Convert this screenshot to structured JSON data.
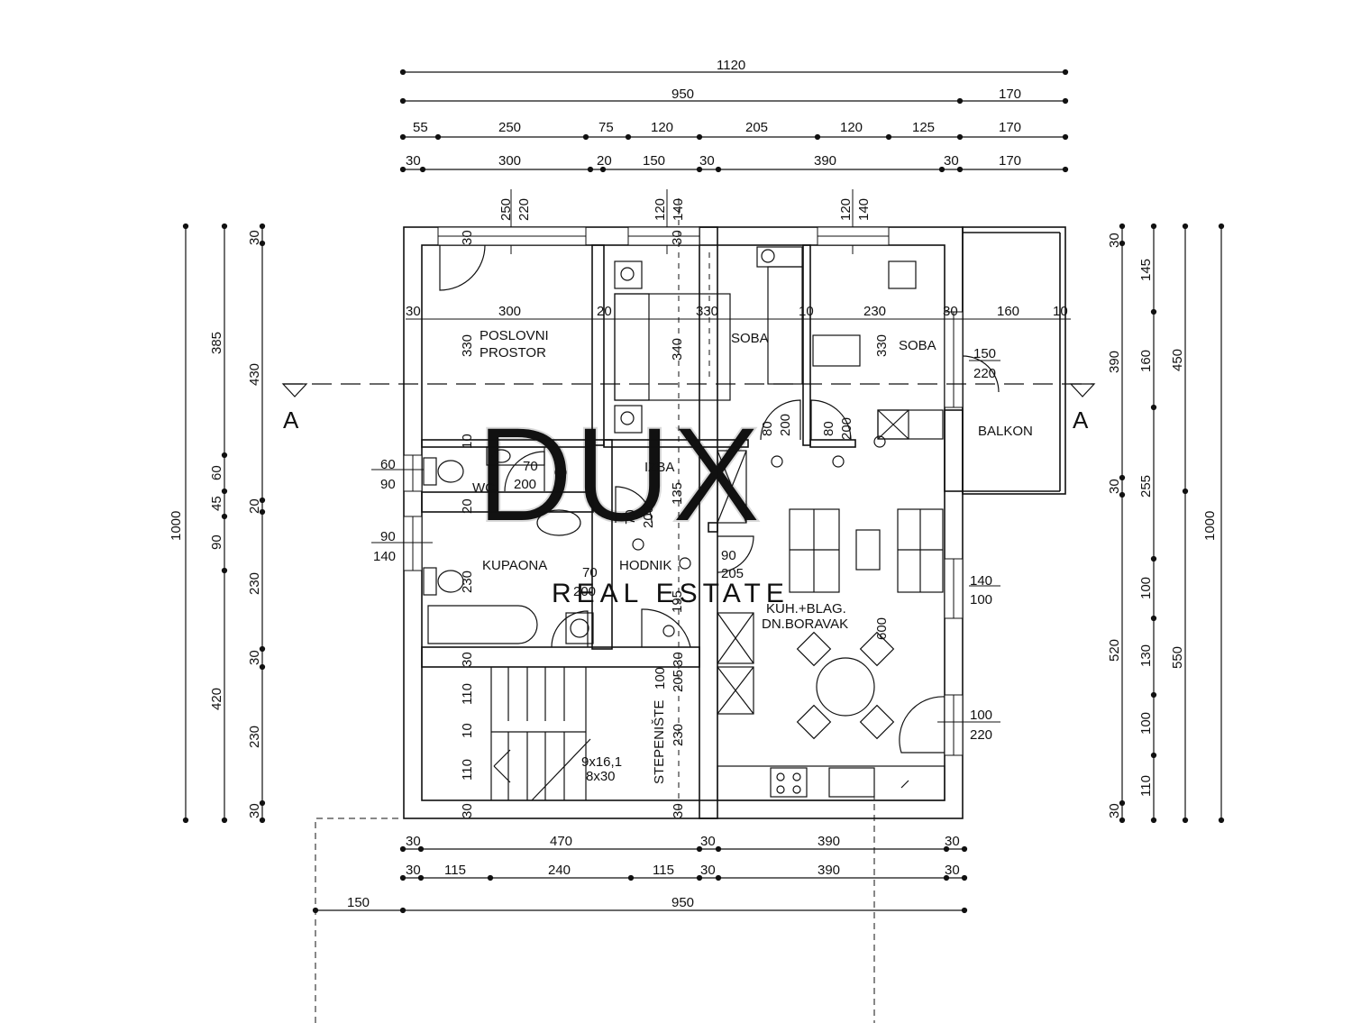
{
  "rooms": {
    "poslovni_1": "POSLOVNI",
    "poslovni_2": "PROSTOR",
    "soba_1": "SOBA",
    "soba_2": "SOBA",
    "balkon": "BALKON",
    "izba": "IZBA",
    "wc": "WC",
    "kupaona": "KUPAONA",
    "hodnik": "HODNIK",
    "kuh_1": "KUH.+BLAG.",
    "kuh_2": "DN.BORAVAK",
    "stepeniste": "STEPENIŠTE",
    "stair_1": "9x16,1",
    "stair_2": "8x30"
  },
  "section_marks": [
    "A",
    "A"
  ],
  "watermark": {
    "logo": "DUX",
    "sub": "REAL ESTATE"
  },
  "dims_top": {
    "row1": [
      "1120"
    ],
    "row2": [
      "950",
      "170"
    ],
    "row3": [
      "55",
      "250",
      "75",
      "120",
      "205",
      "120",
      "125",
      "170"
    ],
    "row4": [
      "30",
      "300",
      "20",
      "150",
      "30",
      "390",
      "30",
      "170"
    ]
  },
  "dims_bottom": {
    "row1": [
      "30",
      "470",
      "30",
      "390",
      "30"
    ],
    "row2": [
      "30",
      "115",
      "240",
      "115",
      "30",
      "390",
      "30"
    ],
    "row3": [
      "150",
      "950"
    ]
  },
  "dims_left": {
    "outer": [
      "1000"
    ],
    "mid": [
      "385",
      "60",
      "45",
      "90",
      "420"
    ],
    "inner": [
      "30",
      "430",
      "20",
      "230",
      "30",
      "230",
      "30"
    ]
  },
  "dims_right": {
    "inner": [
      "30",
      "390",
      "30",
      "520",
      "30"
    ],
    "mid": [
      "145",
      "160",
      "255",
      "100",
      "130",
      "100",
      "110"
    ],
    "mid2": [
      "450",
      "550"
    ],
    "outer": [
      "1000"
    ]
  },
  "window_labels": [
    "250",
    "220",
    "120",
    "140",
    "120",
    "140"
  ],
  "interior_dims": [
    "30",
    "300",
    "20",
    "330",
    "10",
    "230",
    "30",
    "160",
    "10",
    "330",
    "340",
    "330",
    "30",
    "30",
    "150",
    "220",
    "80",
    "200",
    "80",
    "200",
    "10",
    "70",
    "200",
    "60",
    "90",
    "20",
    "135",
    "70",
    "200",
    "90",
    "140",
    "230",
    "70",
    "200",
    "90",
    "205",
    "195",
    "100",
    "140",
    "600",
    "30",
    "100",
    "205",
    "30",
    "110",
    "10",
    "110",
    "230",
    "30",
    "30",
    "100",
    "220"
  ],
  "colors": {
    "line": "#111111",
    "watermark": "#d9d9d9"
  }
}
